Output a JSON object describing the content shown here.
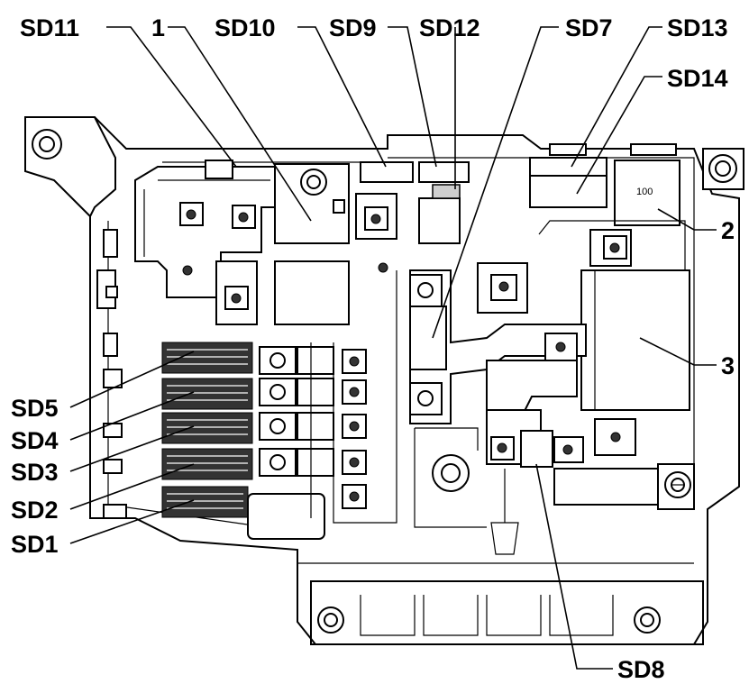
{
  "callouts": {
    "sd11": "SD11",
    "n1": "1",
    "sd10": "SD10",
    "sd9": "SD9",
    "sd12": "SD12",
    "sd7": "SD7",
    "sd13": "SD13",
    "sd14": "SD14",
    "n2": "2",
    "n3": "3",
    "sd5": "SD5",
    "sd4": "SD4",
    "sd3": "SD3",
    "sd2": "SD2",
    "sd1": "SD1",
    "sd8": "SD8"
  },
  "fuse_rating": "100"
}
